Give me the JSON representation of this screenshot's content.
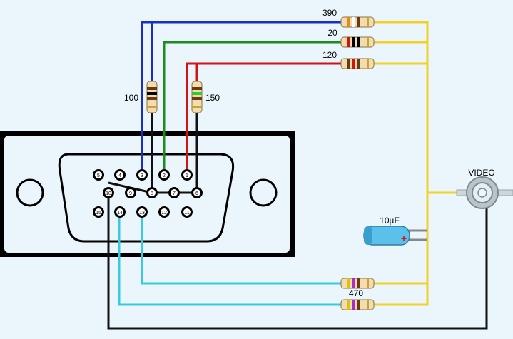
{
  "resistors": {
    "r390": "390",
    "r20": "20",
    "r120": "120",
    "r100": "100",
    "r150": "150",
    "r470": "470"
  },
  "capacitor": {
    "value": "10µF",
    "polarity": "+"
  },
  "connector": {
    "pins_top": [
      "5",
      "4",
      "3",
      "2",
      "1"
    ],
    "pins_mid": [
      "10",
      "9",
      "8",
      "7",
      "6"
    ],
    "pins_bottom": [
      "15",
      "14",
      "13",
      "12",
      "11"
    ]
  },
  "video_jack": {
    "label": "VIDEO"
  },
  "colors": {
    "background": "#eaf6fb",
    "wire_blue": "#1a2fc8",
    "wire_green": "#1f8a1f",
    "wire_red": "#d01414",
    "wire_black": "#111111",
    "wire_cyan": "#38cbe0",
    "wire_yellow": "#f2d024"
  }
}
